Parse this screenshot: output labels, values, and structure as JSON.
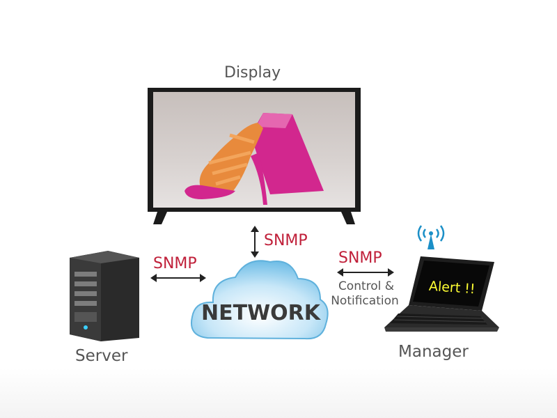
{
  "nodes": {
    "display": "Display",
    "server": "Server",
    "manager": "Manager",
    "network": "NETWORK"
  },
  "links": {
    "display_network": "SNMP",
    "server_network": "SNMP",
    "manager_network": "SNMP",
    "manager_detail_line1": "Control &",
    "manager_detail_line2": "Notification"
  },
  "laptop_screen_text": "Alert !!",
  "colors": {
    "label": "#555555",
    "snmp": "#c0203a",
    "cloud": "#7ec8ec",
    "screen_bg": "#d2cbc8",
    "alert_text": "#ffff33",
    "signal_icon": "#1b8fc7"
  }
}
